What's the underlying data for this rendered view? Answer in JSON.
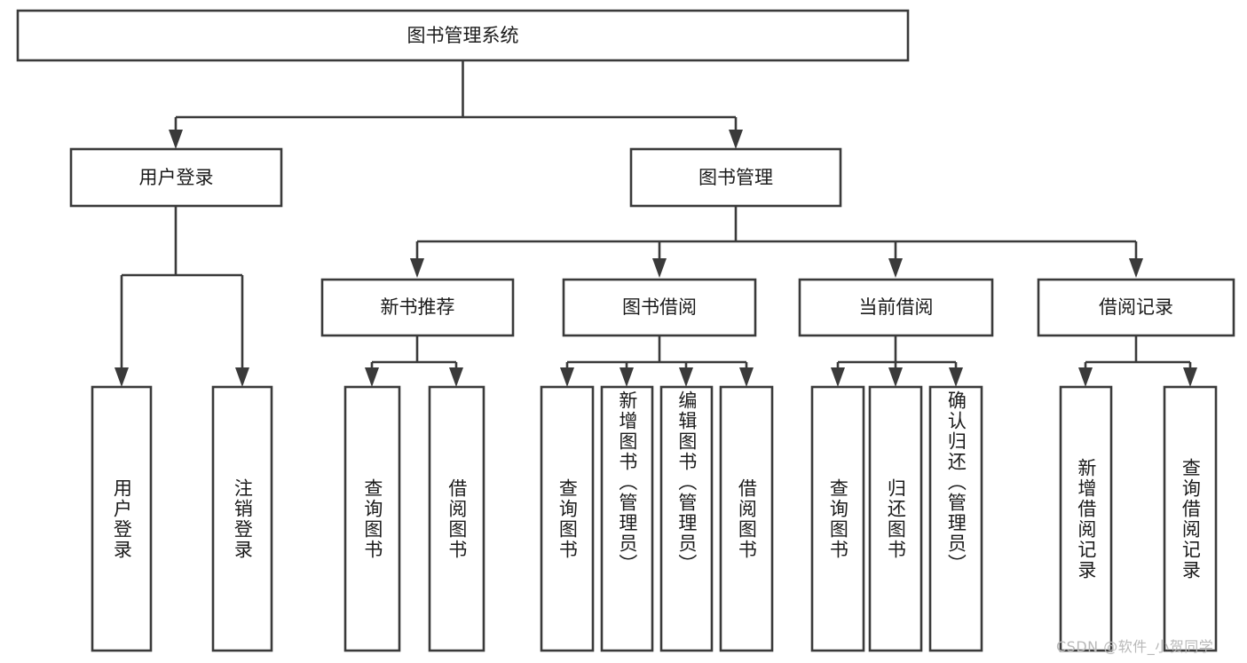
{
  "diagram": {
    "type": "tree",
    "title": "图书管理系统",
    "root": {
      "id": "root",
      "label": "图书管理系统"
    },
    "level2": [
      {
        "id": "user-login",
        "label": "用户登录"
      },
      {
        "id": "book-manage",
        "label": "图书管理"
      }
    ],
    "level3": [
      {
        "id": "new-book-recommend",
        "label": "新书推荐",
        "parent": "book-manage"
      },
      {
        "id": "book-borrow",
        "label": "图书借阅",
        "parent": "book-manage"
      },
      {
        "id": "current-borrow",
        "label": "当前借阅",
        "parent": "book-manage"
      },
      {
        "id": "borrow-record",
        "label": "借阅记录",
        "parent": "book-manage"
      }
    ],
    "leaves": [
      {
        "id": "leaf-user-login",
        "label": "用户登录",
        "parent": "user-login"
      },
      {
        "id": "leaf-logout-login",
        "label": "注销登录",
        "parent": "user-login"
      },
      {
        "id": "leaf-query-book-1",
        "label": "查询图书",
        "parent": "new-book-recommend"
      },
      {
        "id": "leaf-borrow-book-1",
        "label": "借阅图书",
        "parent": "new-book-recommend"
      },
      {
        "id": "leaf-query-book-2",
        "label": "查询图书",
        "parent": "book-borrow"
      },
      {
        "id": "leaf-add-book",
        "label": "新增图书（管理员）",
        "parent": "book-borrow"
      },
      {
        "id": "leaf-edit-book",
        "label": "编辑图书（管理员）",
        "parent": "book-borrow"
      },
      {
        "id": "leaf-borrow-book-2",
        "label": "借阅图书",
        "parent": "book-borrow"
      },
      {
        "id": "leaf-query-book-3",
        "label": "查询图书",
        "parent": "current-borrow"
      },
      {
        "id": "leaf-return-book",
        "label": "归还图书",
        "parent": "current-borrow"
      },
      {
        "id": "leaf-confirm-return",
        "label": "确认归还（管理员）",
        "parent": "current-borrow"
      },
      {
        "id": "leaf-add-record",
        "label": "新增借阅记录",
        "parent": "borrow-record"
      },
      {
        "id": "leaf-query-record",
        "label": "查询借阅记录",
        "parent": "borrow-record"
      }
    ],
    "colors": {
      "stroke": "#3a3a3a",
      "fill": "#ffffff",
      "text": "#1b1b1b",
      "watermark": "#b9b9b9",
      "background": "#ffffff"
    }
  },
  "watermark": {
    "text": "CSDN @软件_小贺同学"
  }
}
